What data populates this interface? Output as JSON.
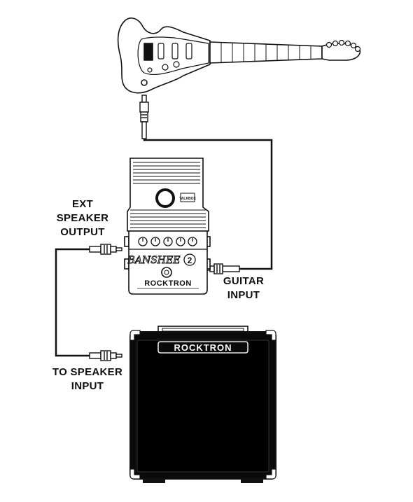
{
  "labels": {
    "ext_speaker_output": [
      "EXT",
      "SPEAKER",
      "OUTPUT"
    ],
    "guitar_input": [
      "GUITAR",
      "INPUT"
    ],
    "to_speaker_input": [
      "TO SPEAKER",
      "INPUT"
    ]
  },
  "pedal": {
    "name": "BANSHEE",
    "model_number": "2",
    "brand": "ROCKTRON",
    "badge": "TALKBOX"
  },
  "amp": {
    "brand": "ROCKTRON"
  },
  "colors": {
    "line": "#111111",
    "amp_fill": "#0a0a0a",
    "background": "#ffffff"
  }
}
